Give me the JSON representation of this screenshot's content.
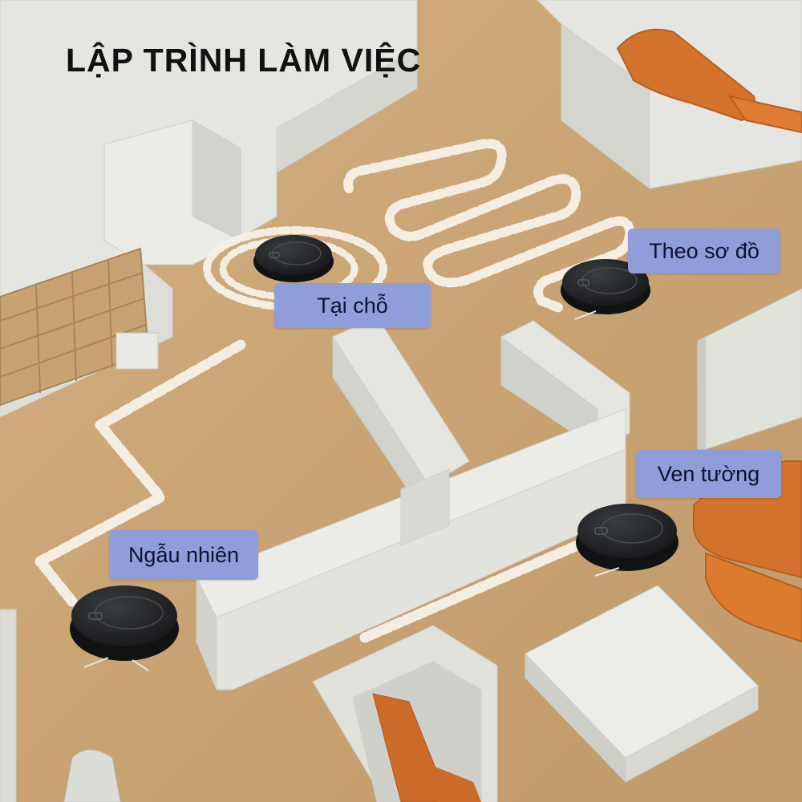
{
  "title": "LẬP TRÌNH LÀM VIỆC",
  "modes": [
    {
      "label": "Tại chỗ",
      "pattern": "spot spiral"
    },
    {
      "label": "Theo sơ đồ",
      "pattern": "zigzag"
    },
    {
      "label": "Ven tường",
      "pattern": "edge"
    },
    {
      "label": "Ngẫu nhiên",
      "pattern": "random"
    }
  ],
  "colors": {
    "floor": "#caa577",
    "wall": "#e6e6e2",
    "wall_shadow": "#c9c9c4",
    "sofa": "#d2722c",
    "label_bg": "#8f9ed9",
    "path": "#f4efe6",
    "robot": "#222426"
  }
}
